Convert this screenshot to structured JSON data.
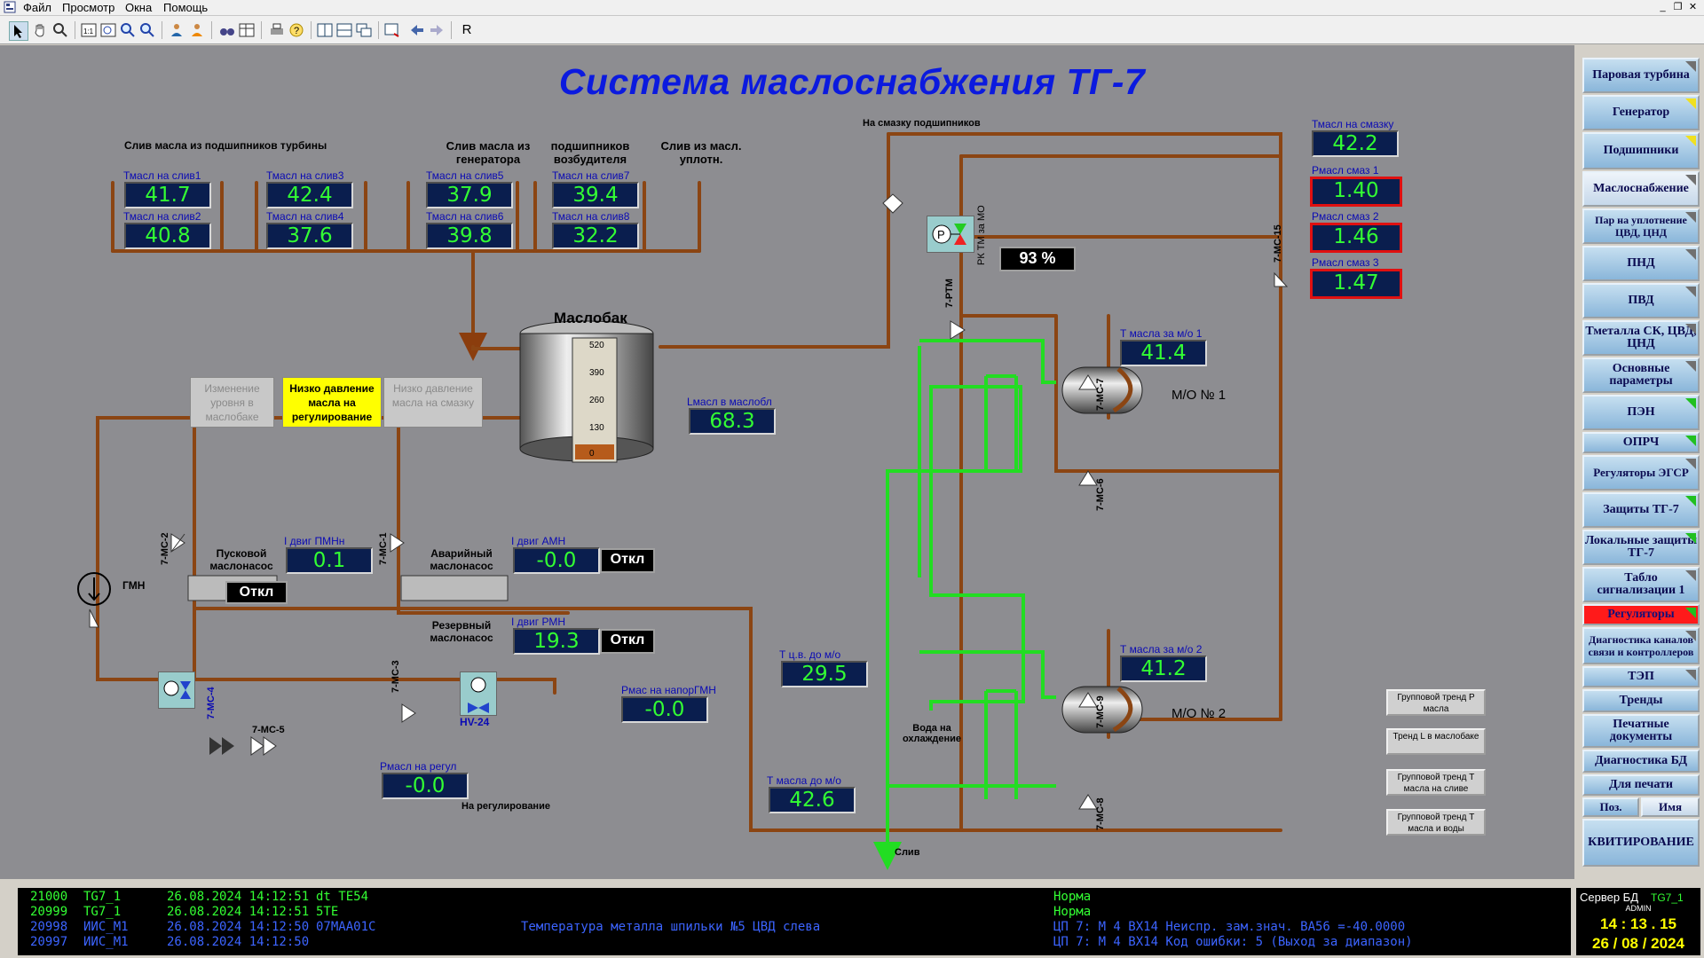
{
  "menu": {
    "file": "Файл",
    "view": "Просмотр",
    "windows": "Окна",
    "help": "Помощь",
    "min": "_",
    "restore": "❐",
    "close": "✕"
  },
  "toolbar": {
    "r_label": "R"
  },
  "title": "Система маслоснабжения ТГ-7",
  "drains": {
    "header_turbine": "Слив масла из подшипников турбины",
    "header_gen": "Слив масла из генератора",
    "header_exc": "подшипников возбудителя",
    "header_seal": "Слив из масл. уплотн.",
    "items": [
      {
        "label": "Тмасл на слив1",
        "value": "41.7"
      },
      {
        "label": "Тмасл на слив2",
        "value": "40.8"
      },
      {
        "label": "Тмасл на слив3",
        "value": "42.4"
      },
      {
        "label": "Тмасл на слив4",
        "value": "37.6"
      },
      {
        "label": "Тмасл на слив5",
        "value": "37.9"
      },
      {
        "label": "Тмасл на слив6",
        "value": "39.8"
      },
      {
        "label": "Тмасл на слив7",
        "value": "39.4"
      },
      {
        "label": "Тмасл на слив8",
        "value": "32.2"
      }
    ]
  },
  "bearing_lube": {
    "label": "На смазку подшипников",
    "t_label": "Тмасл на смазку",
    "t_value": "42.2",
    "p1_label": "Рмасл смаз 1",
    "p1_value": "1.40",
    "p2_label": "Рмасл смаз 2",
    "p2_value": "1.46",
    "p3_label": "Рмасл смаз 3",
    "p3_value": "1.47"
  },
  "regulator": {
    "label": "РК ТМ за МО",
    "percent": "93 %",
    "valve": "7-РТМ",
    "p": "P"
  },
  "tank": {
    "title": "Маслобак",
    "level_label": "Lмасл в маслобл",
    "level_value": "68.3",
    "level_fraction": 0.13,
    "scale": [
      "520",
      "390",
      "260",
      "130",
      "0"
    ]
  },
  "alarms": [
    {
      "text": "Изменение уровня в маслобаке",
      "state": "inactive"
    },
    {
      "text": "Низко давление масла на регулирование",
      "state": "active"
    },
    {
      "text": "Низко давление масла на смазку",
      "state": "inactive"
    }
  ],
  "pumps": {
    "gmn": "ГМН",
    "start_name": "Пусковой маслонасос",
    "start_i_label": "I двиг ПМНн",
    "start_i_value": "0.1",
    "start_state": "Откл",
    "emerg_name": "Аварийный маслонасос",
    "emerg_i_label": "I двиг АМН",
    "emerg_i_value": "-0.0",
    "emerg_state": "Откл",
    "reserve_name": "Резервный маслонасос",
    "reserve_i_label": "I двиг РМН",
    "reserve_i_value": "19.3",
    "reserve_state": "Откл"
  },
  "valves": {
    "ms2": "7-МС-2",
    "ms1": "7-МС-1",
    "ms3": "7-МС-3",
    "ms4": "7-МС-4",
    "ms5": "7-МС-5",
    "ms6": "7-МС-6",
    "ms7": "7-МС-7",
    "ms8": "7-МС-8",
    "ms9": "7-МС-9",
    "ms15": "7-МС-15",
    "hv24": "HV-24"
  },
  "pressures": {
    "gmn_label": "Рмас на напорГМН",
    "gmn_value": "-0.0",
    "reg_label": "Рмасл на регул",
    "reg_value": "-0.0",
    "reg_dest": "На регулирование"
  },
  "coolers": {
    "mo1": "М/О № 1",
    "mo1_t_label": "Т масла за м/о 1",
    "mo1_t_value": "41.4",
    "mo2": "М/О № 2",
    "mo2_t_label": "Т масла за м/о 2",
    "mo2_t_value": "41.2",
    "tcw_label": "Т ц.в. до м/о",
    "tcw_value": "29.5",
    "tin_label": "Т масла до м/о",
    "tin_value": "42.6",
    "water_label": "Вода на охлаждение",
    "drain_label": "Слив"
  },
  "trend_buttons": [
    "Групповой тренд Р масла",
    "Тренд L в маслобаке",
    "Групповой тренд Т масла на сливе",
    "Групповой тренд Т масла и воды"
  ],
  "sidebar": [
    {
      "label": "Паровая турбина",
      "tri": "#707070",
      "style": ""
    },
    {
      "label": "Генератор",
      "tri": "#f0e020",
      "style": ""
    },
    {
      "label": "Подшипники",
      "tri": "#f0e020",
      "style": ""
    },
    {
      "label": "Маслоснабжение",
      "tri": "#707070",
      "style": "act"
    },
    {
      "label": "Пар на уплотнение ЦВД, ЦНД",
      "tri": "#707070",
      "style": ""
    },
    {
      "label": "ПНД",
      "tri": "#707070",
      "style": ""
    },
    {
      "label": "ПВД",
      "tri": "#707070",
      "style": ""
    },
    {
      "label": "Тметалла СК, ЦВД, ЦНД",
      "tri": "#707070",
      "style": ""
    },
    {
      "label": "Основные параметры",
      "tri": "#707070",
      "style": ""
    },
    {
      "label": "ПЭН",
      "tri": "#20c020",
      "style": ""
    },
    {
      "label": "ОПРЧ",
      "tri": "#20c020",
      "style": ""
    },
    {
      "label": "Регуляторы ЭГСР",
      "tri": "#707070",
      "style": ""
    },
    {
      "label": "Защиты ТГ-7",
      "tri": "#20c020",
      "style": ""
    },
    {
      "label": "Локальные защиты ТГ-7",
      "tri": "#20c020",
      "style": ""
    },
    {
      "label": "Табло сигнализации 1",
      "tri": "#707070",
      "style": ""
    },
    {
      "label": "Регуляторы",
      "tri": "#20c020",
      "style": "red"
    },
    {
      "label": "Диагностика каналов связи и контроллеров",
      "tri": "#707070",
      "style": ""
    },
    {
      "label": "ТЭП",
      "tri": "#707070",
      "style": ""
    },
    {
      "label": "Тренды",
      "tri": "",
      "style": ""
    },
    {
      "label": "Печатные документы",
      "tri": "",
      "style": ""
    },
    {
      "label": "Диагностика БД",
      "tri": "",
      "style": ""
    },
    {
      "label": "Для печати",
      "tri": "",
      "style": ""
    },
    {
      "label": "Поз.",
      "tri": "",
      "style": "half-left"
    },
    {
      "label": "Имя",
      "tri": "",
      "style": "half-right act"
    },
    {
      "label": "КВИТИРОВАНИЕ",
      "tri": "",
      "style": ""
    }
  ],
  "log": [
    {
      "id": "21000",
      "src": "TG7_1",
      "time": "26.08.2024 14:12:51",
      "tag": "dt TE54",
      "desc": "",
      "state": "Норма",
      "color": "#33ff33"
    },
    {
      "id": "20999",
      "src": "TG7_1",
      "time": "26.08.2024 14:12:51",
      "tag": "5TE",
      "desc": "",
      "state": "Норма",
      "color": "#33ff33"
    },
    {
      "id": "20998",
      "src": "ИИС_М1",
      "time": "26.08.2024 14:12:50",
      "tag": "07МАА01С",
      "desc": "Температура металла шпильки №5 ЦВД слева",
      "state": "ЦП 7: М 4 ВХ14 Неиспр. зам.знач. ВА56 =-40.0000",
      "color": "#3c64ff"
    },
    {
      "id": "20997",
      "src": "ИИС_М1",
      "time": "26.08.2024 14:12:50",
      "tag": "",
      "desc": "",
      "state": "ЦП 7: М 4 ВХ14 Код ошибки: 5 (Выход за диапазон)",
      "color": "#3c64ff"
    }
  ],
  "clock": {
    "server": "Сервер БД",
    "host": "TG7_1",
    "user": "ADMIN",
    "time": "14 : 13 . 15",
    "date": "26 / 08 / 2024"
  }
}
